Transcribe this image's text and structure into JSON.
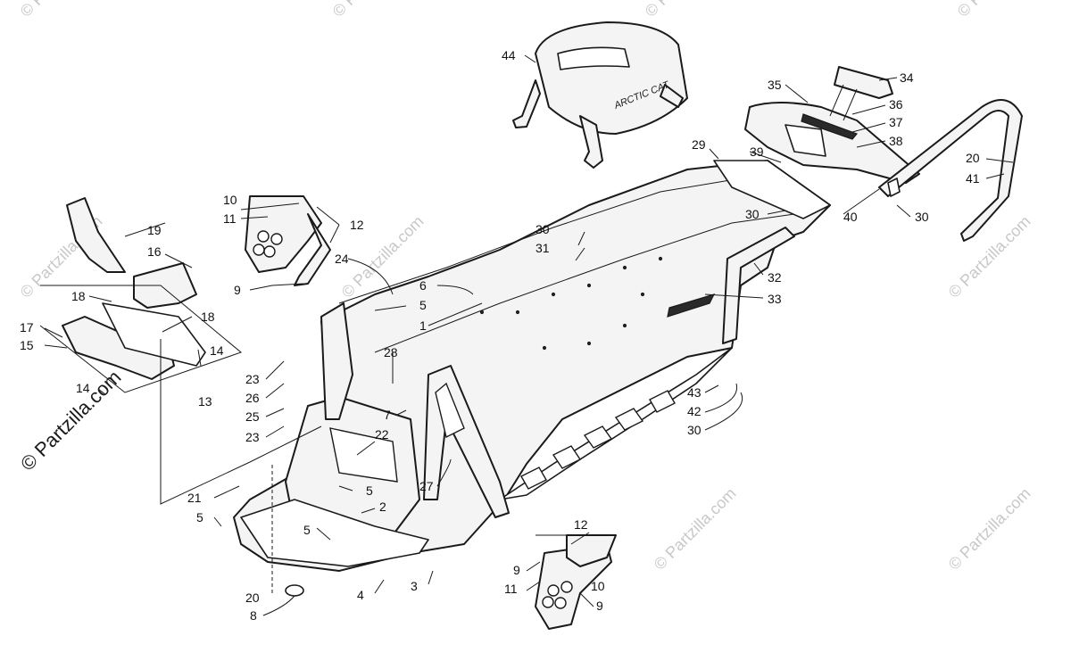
{
  "watermark": {
    "main": "© Partzilla.com",
    "repeat": "© Partzilla.com"
  },
  "hood_label": "ARCTIC CAT",
  "callouts": {
    "c1": "1",
    "c2": "2",
    "c3": "3",
    "c4": "4",
    "c5a": "5",
    "c5b": "5",
    "c5c": "5",
    "c5d": "5",
    "c6": "6",
    "c7": "7",
    "c8": "8",
    "c9a": "9",
    "c9b": "9",
    "c9c": "9",
    "c10a": "10",
    "c10b": "10",
    "c11a": "11",
    "c11b": "11",
    "c12a": "12",
    "c12b": "12",
    "c13": "13",
    "c14a": "14",
    "c14b": "14",
    "c15": "15",
    "c16": "16",
    "c17": "17",
    "c18a": "18",
    "c18b": "18",
    "c19": "19",
    "c20a": "20",
    "c20b": "20",
    "c21": "21",
    "c22": "22",
    "c23a": "23",
    "c23b": "23",
    "c24": "24",
    "c25": "25",
    "c26": "26",
    "c27": "27",
    "c28": "28",
    "c29": "29",
    "c30a": "30",
    "c30b": "30",
    "c30c": "30",
    "c30d": "30",
    "c31": "31",
    "c32": "32",
    "c33": "33",
    "c34": "34",
    "c35": "35",
    "c36": "36",
    "c37": "37",
    "c38": "38",
    "c39": "39",
    "c40": "40",
    "c41": "41",
    "c42": "42",
    "c43": "43",
    "c44": "44"
  }
}
